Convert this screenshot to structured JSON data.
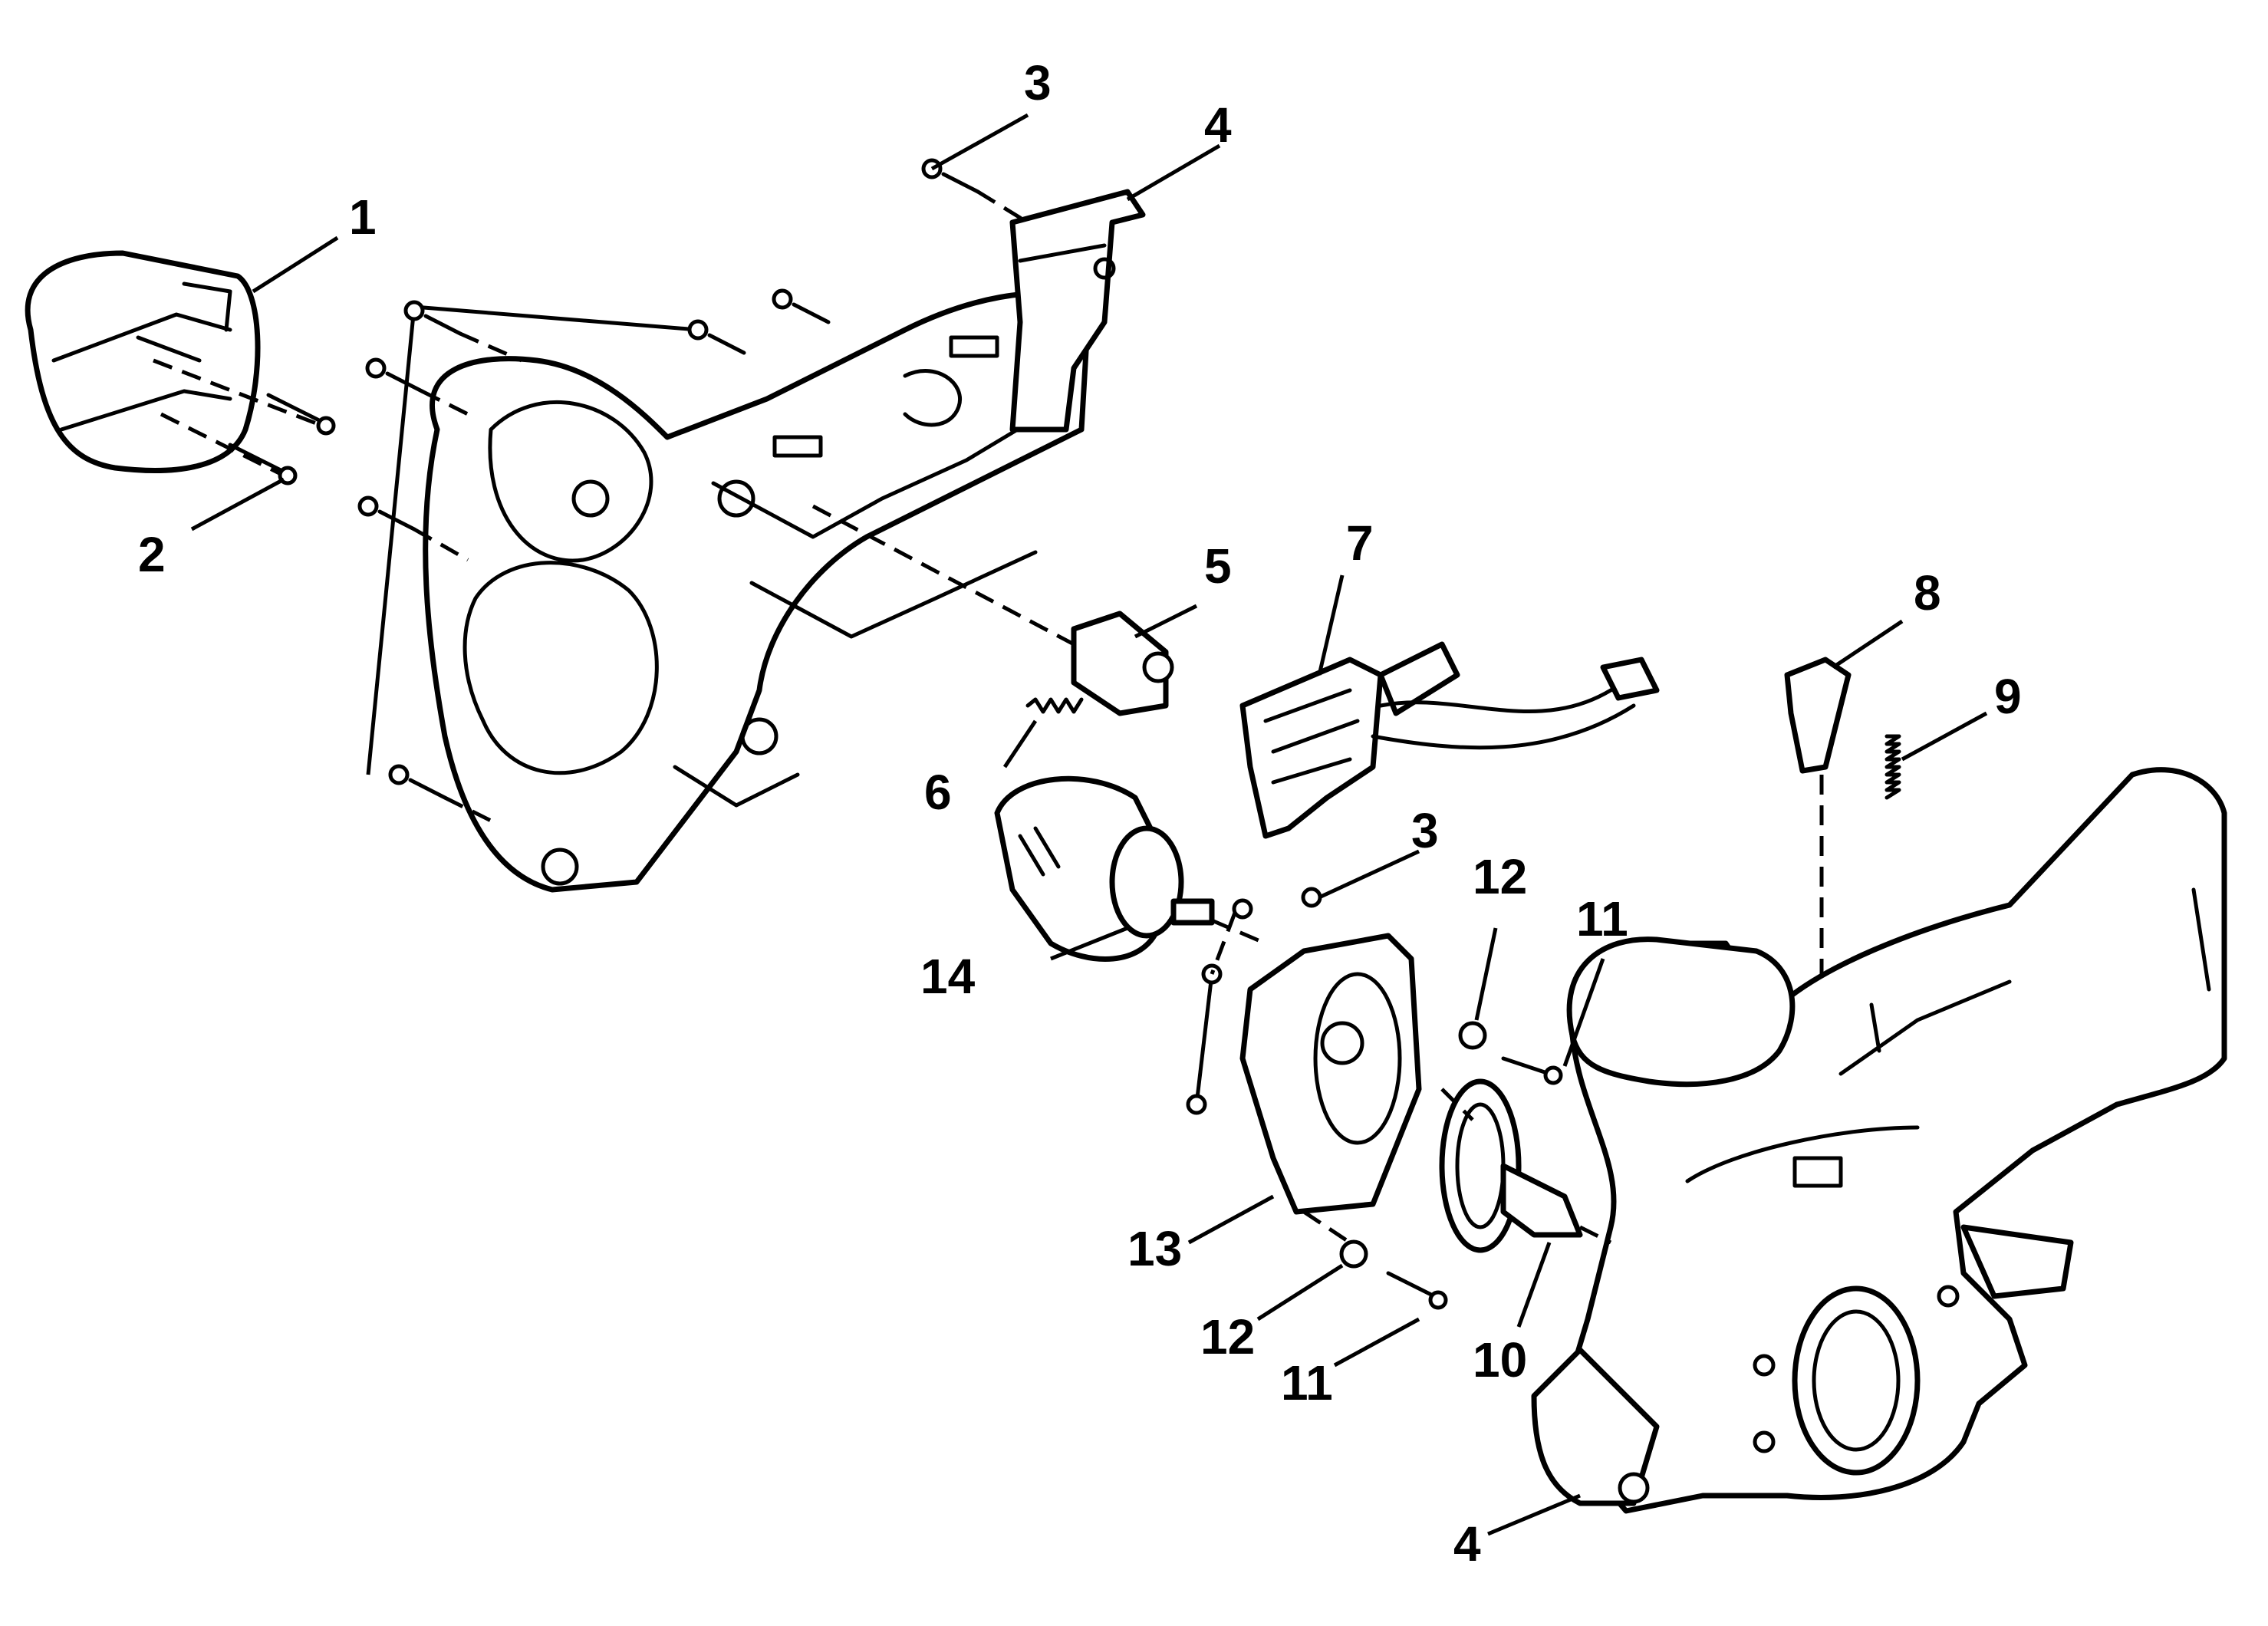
{
  "callouts": {
    "c1": "1",
    "c2": "2",
    "c3a": "3",
    "c3b": "3",
    "c4a": "4",
    "c4b": "4",
    "c5": "5",
    "c6": "6",
    "c7": "7",
    "c8": "8",
    "c9": "9",
    "c10": "10",
    "c11a": "11",
    "c11b": "11",
    "c12a": "12",
    "c12b": "12",
    "c13": "13",
    "c14": "14"
  }
}
